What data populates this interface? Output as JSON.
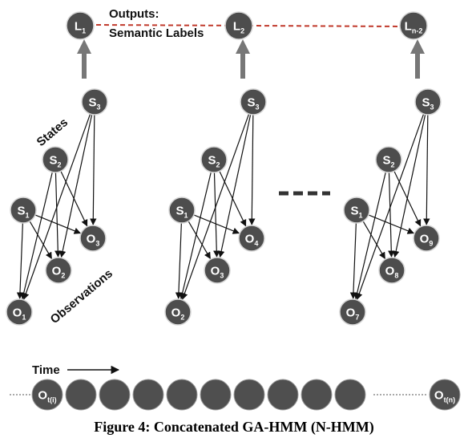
{
  "outputs_label_line1": "Outputs:",
  "outputs_label_line2": "Semantic Labels",
  "states_label": "States",
  "observations_label": "Observations",
  "time_label": "Time",
  "caption": "Figure 4: Concatenated GA-HMM (N-HMM)",
  "groups": [
    {
      "label": {
        "base": "L",
        "sub": "1"
      },
      "states": [
        {
          "base": "S",
          "sub": "1"
        },
        {
          "base": "S",
          "sub": "2"
        },
        {
          "base": "S",
          "sub": "3"
        }
      ],
      "observations": [
        {
          "base": "O",
          "sub": "1"
        },
        {
          "base": "O",
          "sub": "2"
        },
        {
          "base": "O",
          "sub": "3"
        }
      ]
    },
    {
      "label": {
        "base": "L",
        "sub": "2"
      },
      "states": [
        {
          "base": "S",
          "sub": "1"
        },
        {
          "base": "S",
          "sub": "2"
        },
        {
          "base": "S",
          "sub": "3"
        }
      ],
      "observations": [
        {
          "base": "O",
          "sub": "2"
        },
        {
          "base": "O",
          "sub": "3"
        },
        {
          "base": "O",
          "sub": "4"
        }
      ]
    },
    {
      "label": {
        "base": "L",
        "sub": "n-2"
      },
      "states": [
        {
          "base": "S",
          "sub": "1"
        },
        {
          "base": "S",
          "sub": "2"
        },
        {
          "base": "S",
          "sub": "3"
        }
      ],
      "observations": [
        {
          "base": "O",
          "sub": "7"
        },
        {
          "base": "O",
          "sub": "8"
        },
        {
          "base": "O",
          "sub": "9"
        }
      ]
    }
  ],
  "timeline": {
    "start": {
      "base": "O",
      "sub": "t(i)"
    },
    "end": {
      "base": "O",
      "sub": "t(n)"
    },
    "middle_count": 9
  },
  "colors": {
    "node_fill": "#4d4d4d",
    "dashed_output_line": "#c0392b",
    "arrow_gray": "#777777"
  }
}
